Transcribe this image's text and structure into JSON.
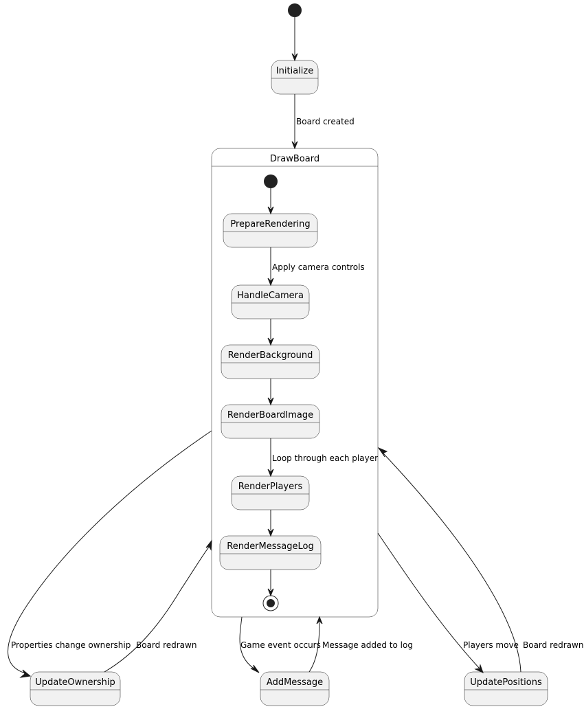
{
  "states": {
    "initialize": "Initialize",
    "draw_board": "DrawBoard",
    "prepare_rendering": "PrepareRendering",
    "handle_camera": "HandleCamera",
    "render_background": "RenderBackground",
    "render_board_image": "RenderBoardImage",
    "render_players": "RenderPlayers",
    "render_message_log": "RenderMessageLog",
    "update_ownership": "UpdateOwnership",
    "add_message": "AddMessage",
    "update_positions": "UpdatePositions"
  },
  "transitions": {
    "board_created": "Board created",
    "apply_camera_controls": "Apply camera controls",
    "loop_through_each_player": "Loop through each player",
    "properties_change_ownership": "Properties change ownership",
    "board_redrawn_ownership": "Board redrawn",
    "game_event_occurs": "Game event occurs",
    "message_added_to_log": "Message added to log",
    "players_move": "Players move",
    "board_redrawn_positions": "Board redrawn"
  },
  "colors": {
    "state_fill": "#f1f1f1",
    "stroke": "#181818",
    "pseudo_state": "#222222"
  }
}
